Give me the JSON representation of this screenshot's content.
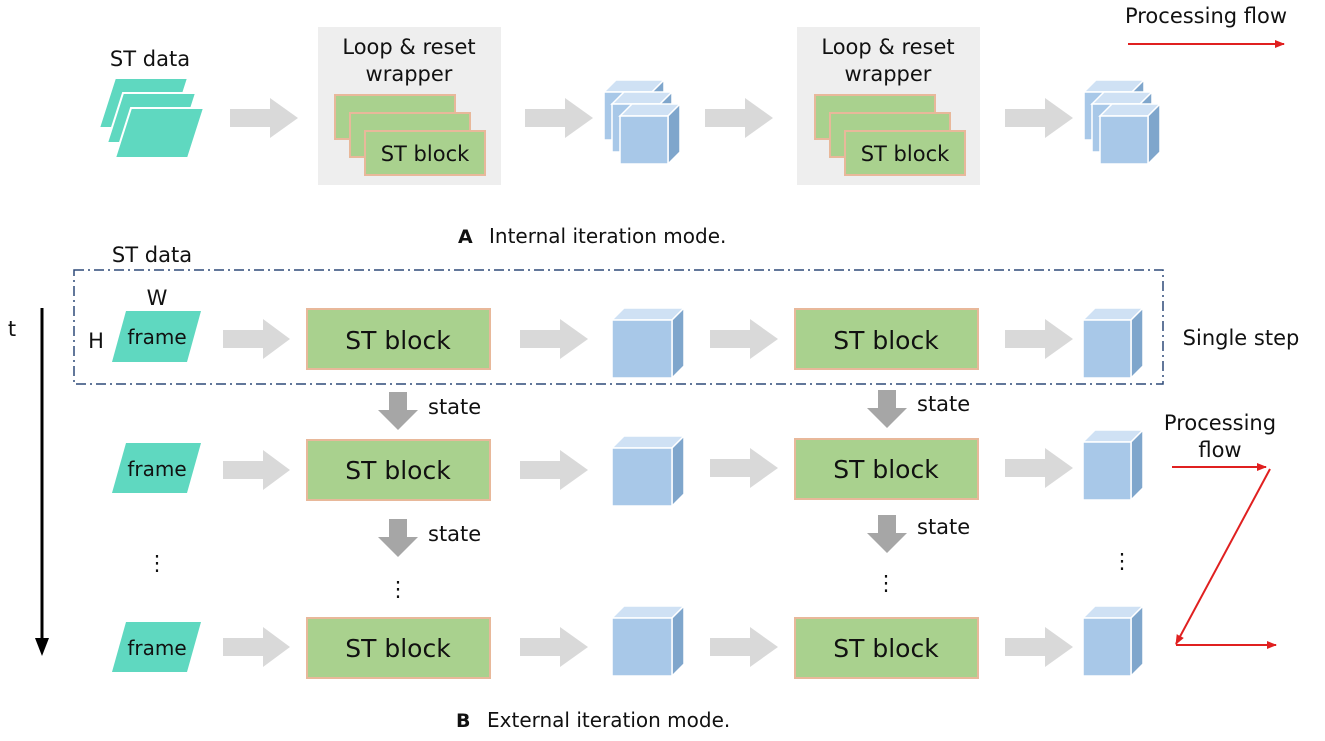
{
  "top": {
    "st_data_label": "ST data",
    "wrapper_label_line1": "Loop & reset",
    "wrapper_label_line2": "wrapper",
    "block_label": "ST block",
    "legend_label": "Processing flow",
    "caption_letter": "A",
    "caption_text": "Internal iteration mode."
  },
  "bottom": {
    "st_data_label": "ST data",
    "width_label": "W",
    "height_label": "H",
    "time_label": "t",
    "frame_label": "frame",
    "block_label": "ST block",
    "state_label": "state",
    "single_step_label": "Single step",
    "flow_label_line1": "Processing",
    "flow_label_line2": "flow",
    "ellipsis": "⋮",
    "caption_letter": "B",
    "caption_text": "External iteration mode."
  },
  "colors": {
    "frame_fill": "#5fd8c0",
    "block_fill": "#a9d18e",
    "block_border": "#e8b89a",
    "cube_front": "#a8c8e8",
    "cube_top": "#cfe1f4",
    "cube_side": "#7fa6cc",
    "wrapper_bg": "#eeeeee",
    "arrow_grey": "#d9d9d9",
    "state_arrow": "#a6a6a6",
    "flow_red": "#e02020",
    "dashed_box": "#2e4a78"
  }
}
